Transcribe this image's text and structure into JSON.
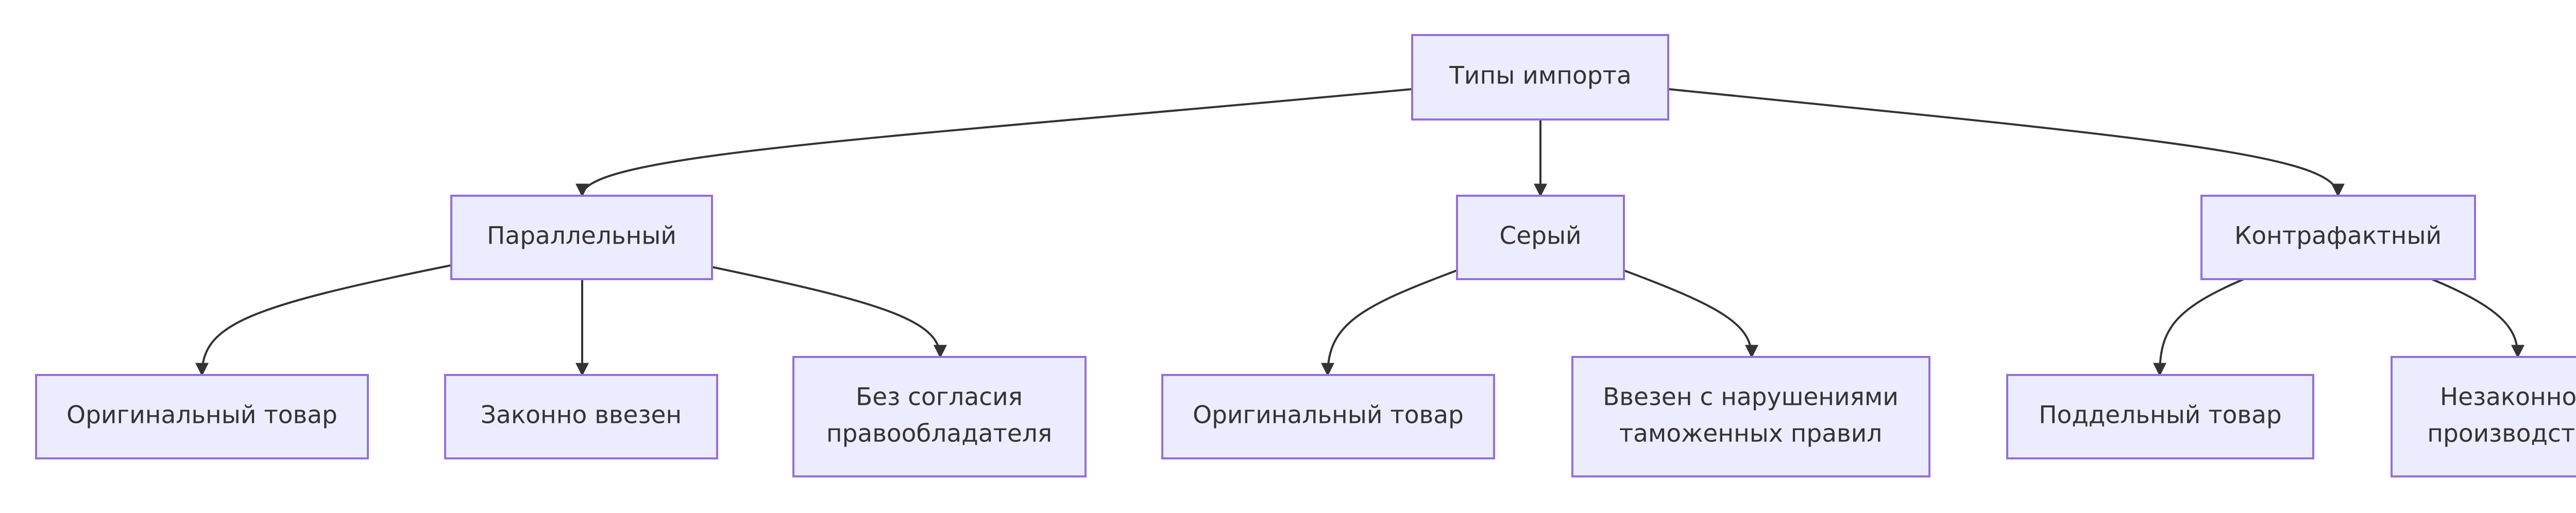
{
  "diagram": {
    "type": "flowchart",
    "colors": {
      "node_fill": "#ECECFF",
      "node_border": "#9370DB",
      "edge": "#333333",
      "text": "#333333",
      "background": "#FFFFFF"
    },
    "nodes": {
      "root": {
        "lines": [
          "Типы импорта"
        ]
      },
      "parallel": {
        "lines": [
          "Параллельный"
        ]
      },
      "gray": {
        "lines": [
          "Серый"
        ]
      },
      "counterfeit": {
        "lines": [
          "Контрафактный"
        ]
      },
      "parallel_original": {
        "lines": [
          "Оригинальный товар"
        ]
      },
      "parallel_legal": {
        "lines": [
          "Законно ввезен"
        ]
      },
      "parallel_no_consent": {
        "lines": [
          "Без согласия",
          "правообладателя"
        ]
      },
      "gray_original": {
        "lines": [
          "Оригинальный товар"
        ]
      },
      "gray_violations": {
        "lines": [
          "Ввезен с нарушениями",
          "таможенных правил"
        ]
      },
      "counterfeit_fake": {
        "lines": [
          "Поддельный товар"
        ]
      },
      "counterfeit_illegal": {
        "lines": [
          "Незаконное",
          "производство"
        ]
      }
    },
    "edges": [
      {
        "from": "root",
        "to": "parallel"
      },
      {
        "from": "root",
        "to": "gray"
      },
      {
        "from": "root",
        "to": "counterfeit"
      },
      {
        "from": "parallel",
        "to": "parallel_original"
      },
      {
        "from": "parallel",
        "to": "parallel_legal"
      },
      {
        "from": "parallel",
        "to": "parallel_no_consent"
      },
      {
        "from": "gray",
        "to": "gray_original"
      },
      {
        "from": "gray",
        "to": "gray_violations"
      },
      {
        "from": "counterfeit",
        "to": "counterfeit_fake"
      },
      {
        "from": "counterfeit",
        "to": "counterfeit_illegal"
      }
    ]
  }
}
